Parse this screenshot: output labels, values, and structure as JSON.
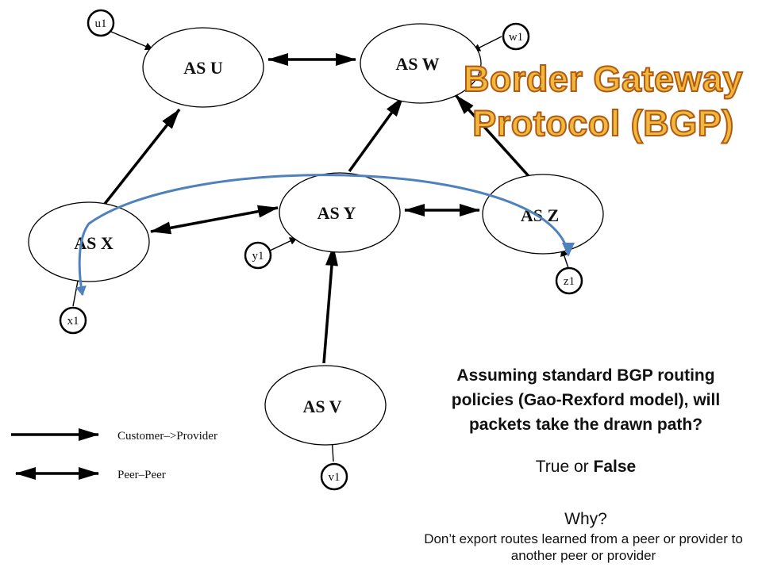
{
  "title": {
    "line1": "Border Gateway",
    "line2": "Protocol (BGP)"
  },
  "nodes": {
    "u": "AS U",
    "w": "AS W",
    "x": "AS X",
    "y": "AS Y",
    "z": "AS Z",
    "v": "AS V"
  },
  "leaves": {
    "u1": "u1",
    "w1": "w1",
    "x1": "x1",
    "y1": "y1",
    "z1": "z1",
    "v1": "v1"
  },
  "legend": {
    "customer_provider": "Customer–>Provider",
    "peer_peer": "Peer–Peer"
  },
  "question": "Assuming standard BGP routing policies (Gao-Rexford model), will packets take the drawn path?",
  "answer": {
    "true_word": "True",
    "or_word": "or",
    "false_word": "False"
  },
  "why": "Why?",
  "explanation": "Don’t export routes learned from a peer or provider to another peer or provider",
  "colors": {
    "path": "#4f81bd",
    "title_fill": "#f0b83c",
    "title_outline": "#b05a12"
  }
}
